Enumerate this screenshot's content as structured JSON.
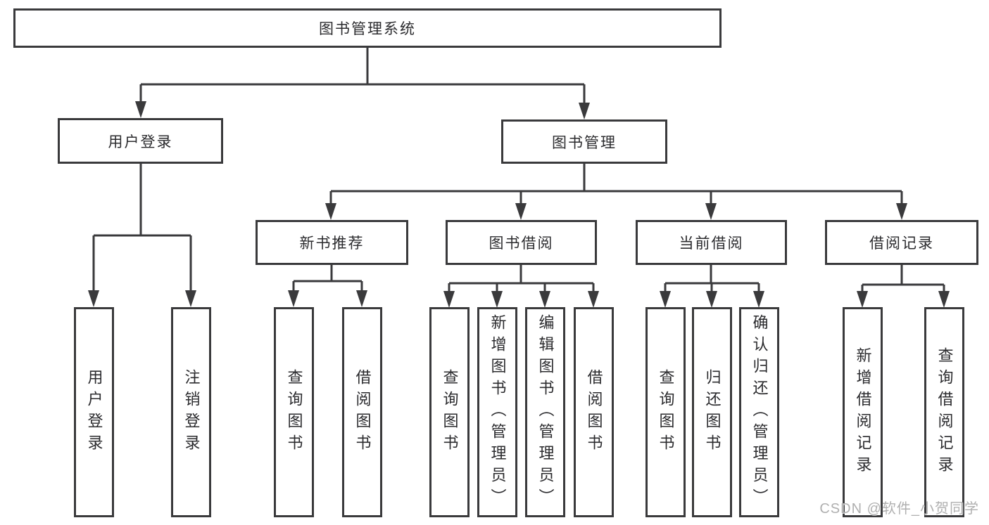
{
  "diagram": {
    "root": {
      "label": "图书管理系统"
    },
    "level2": [
      {
        "label": "用户登录",
        "leaves": [
          {
            "label": "用户登录"
          },
          {
            "label": "注销登录"
          }
        ]
      },
      {
        "label": "图书管理",
        "groups": [
          {
            "label": "新书推荐",
            "leaves": [
              {
                "label": "查询图书"
              },
              {
                "label": "借阅图书"
              }
            ]
          },
          {
            "label": "图书借阅",
            "leaves": [
              {
                "label": "查询图书"
              },
              {
                "label": "新增图书（管理员）"
              },
              {
                "label": "编辑图书（管理员）"
              },
              {
                "label": "借阅图书"
              }
            ]
          },
          {
            "label": "当前借阅",
            "leaves": [
              {
                "label": "查询图书"
              },
              {
                "label": "归还图书"
              },
              {
                "label": "确认归还（管理员）"
              }
            ]
          },
          {
            "label": "借阅记录",
            "leaves": [
              {
                "label": "新增借阅记录"
              },
              {
                "label": "查询借阅记录"
              }
            ]
          }
        ]
      }
    ]
  },
  "watermark": {
    "text": "CSDN @软件_小贺同学"
  },
  "colors": {
    "line": "#3a3a3c",
    "text": "#2b2b2e",
    "background": "#ffffff",
    "watermark": "#b0b0b0"
  }
}
